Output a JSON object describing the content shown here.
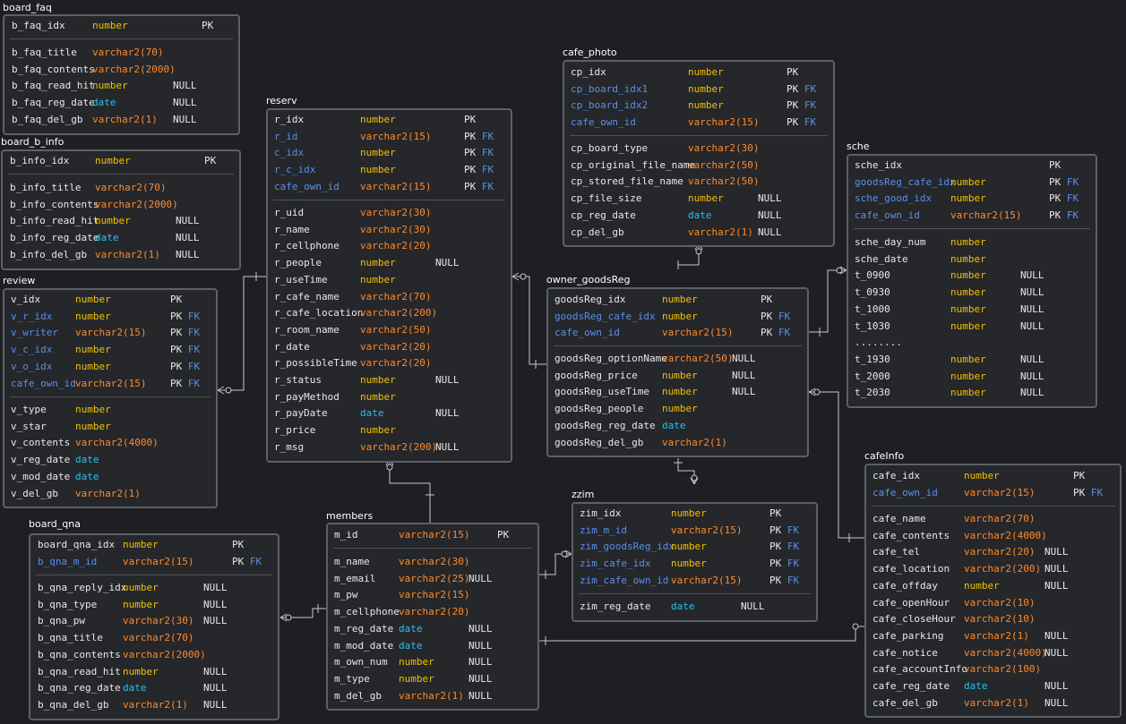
{
  "colors": {
    "background": "#1e1f22",
    "box_border": "#5c6067",
    "column": "#e8e8e8",
    "fk_column": "#5b8fe6",
    "number": "#f0c000",
    "varchar2": "#ff8a2a",
    "date": "#27c2f0",
    "relationship_line": "#c8c8c8"
  },
  "tables": [
    {
      "name": "board_faq",
      "pk": [
        [
          "b_faq_idx",
          "number",
          "",
          "PK"
        ]
      ],
      "cols": [
        [
          "b_faq_title",
          "varchar2(70)",
          "",
          ""
        ],
        [
          "b_faq_contents",
          "varchar2(2000)",
          "",
          ""
        ],
        [
          "b_faq_read_hit",
          "number",
          "NULL",
          ""
        ],
        [
          "b_faq_reg_date",
          "date",
          "NULL",
          ""
        ],
        [
          "b_faq_del_gb",
          "varchar2(1)",
          "NULL",
          ""
        ]
      ]
    },
    {
      "name": "board_b_info",
      "pk": [
        [
          "b_info_idx",
          "number",
          "",
          "PK"
        ]
      ],
      "cols": [
        [
          "b_info_title",
          "varchar2(70)",
          "",
          ""
        ],
        [
          "b_info_contents",
          "varchar2(2000)",
          "",
          ""
        ],
        [
          "b_info_read_hit",
          "number",
          "NULL",
          ""
        ],
        [
          "b_info_reg_date",
          "date",
          "NULL",
          ""
        ],
        [
          "b_info_del_gb",
          "varchar2(1)",
          "NULL",
          ""
        ]
      ]
    },
    {
      "name": "review",
      "pk": [
        [
          "v_idx",
          "number",
          "",
          "PK"
        ],
        [
          "v_r_idx",
          "number",
          "",
          "PK FK"
        ],
        [
          "v_writer",
          "varchar2(15)",
          "",
          "PK FK"
        ],
        [
          "v_c_idx",
          "number",
          "",
          "PK FK"
        ],
        [
          "v_o_idx",
          "number",
          "",
          "PK FK"
        ],
        [
          "cafe_own_id",
          "varchar2(15)",
          "",
          "PK FK"
        ]
      ],
      "cols": [
        [
          "v_type",
          "number",
          "",
          ""
        ],
        [
          "v_star",
          "number",
          "",
          ""
        ],
        [
          "v_contents",
          "varchar2(4000)",
          "",
          ""
        ],
        [
          "v_reg_date",
          "date",
          "",
          ""
        ],
        [
          "v_mod_date",
          "date",
          "",
          ""
        ],
        [
          "v_del_gb",
          "varchar2(1)",
          "",
          ""
        ]
      ]
    },
    {
      "name": "board_qna",
      "pk": [
        [
          "board_qna_idx",
          "number",
          "",
          "PK"
        ],
        [
          "b_qna_m_id",
          "varchar2(15)",
          "",
          "PK FK"
        ]
      ],
      "cols": [
        [
          "b_qna_reply_idx",
          "number",
          "NULL",
          ""
        ],
        [
          "b_qna_type",
          "number",
          "NULL",
          ""
        ],
        [
          "b_qna_pw",
          "varchar2(30)",
          "NULL",
          ""
        ],
        [
          "b_qna_title",
          "varchar2(70)",
          "",
          ""
        ],
        [
          "b_qna_contents",
          "varchar2(2000)",
          "",
          ""
        ],
        [
          "b_qna_read_hit",
          "number",
          "NULL",
          ""
        ],
        [
          "b_qna_reg_date",
          "date",
          "NULL",
          ""
        ],
        [
          "b_qna_del_gb",
          "varchar2(1)",
          "NULL",
          ""
        ]
      ]
    },
    {
      "name": "reserv",
      "pk": [
        [
          "r_idx",
          "number",
          "",
          "PK"
        ],
        [
          "r_id",
          "varchar2(15)",
          "",
          "PK FK"
        ],
        [
          "c_idx",
          "number",
          "",
          "PK FK"
        ],
        [
          "r_c_idx",
          "number",
          "",
          "PK FK"
        ],
        [
          "cafe_own_id",
          "varchar2(15)",
          "",
          "PK FK"
        ]
      ],
      "cols": [
        [
          "r_uid",
          "varchar2(30)",
          "",
          ""
        ],
        [
          "r_name",
          "varchar2(30)",
          "",
          ""
        ],
        [
          "r_cellphone",
          "varchar2(20)",
          "",
          ""
        ],
        [
          "r_people",
          "number",
          "NULL",
          ""
        ],
        [
          "r_useTime",
          "number",
          "",
          ""
        ],
        [
          "r_cafe_name",
          "varchar2(70)",
          "",
          ""
        ],
        [
          "r_cafe_location",
          "varchar2(200)",
          "",
          ""
        ],
        [
          "r_room_name",
          "varchar2(50)",
          "",
          ""
        ],
        [
          "r_date",
          "varchar2(20)",
          "",
          ""
        ],
        [
          "r_possibleTime",
          "varchar2(20)",
          "",
          ""
        ],
        [
          "r_status",
          "number",
          "NULL",
          ""
        ],
        [
          "r_payMethod",
          "number",
          "",
          ""
        ],
        [
          "r_payDate",
          "date",
          "NULL",
          ""
        ],
        [
          "r_price",
          "number",
          "",
          ""
        ],
        [
          "r_msg",
          "varchar2(200)",
          "NULL",
          ""
        ]
      ]
    },
    {
      "name": "members",
      "pk": [
        [
          "m_id",
          "varchar2(15)",
          "",
          "PK"
        ]
      ],
      "cols": [
        [
          "m_name",
          "varchar2(30)",
          "",
          ""
        ],
        [
          "m_email",
          "varchar2(25)",
          "NULL",
          ""
        ],
        [
          "m_pw",
          "varchar2(15)",
          "",
          ""
        ],
        [
          "m_cellphone",
          "varchar2(20)",
          "",
          ""
        ],
        [
          "m_reg_date",
          "date",
          "NULL",
          ""
        ],
        [
          "m_mod_date",
          "date",
          "NULL",
          ""
        ],
        [
          "m_own_num",
          "number",
          "NULL",
          ""
        ],
        [
          "m_type",
          "number",
          "NULL",
          ""
        ],
        [
          "m_del_gb",
          "varchar2(1)",
          "NULL",
          ""
        ]
      ]
    },
    {
      "name": "cafe_photo",
      "pk": [
        [
          "cp_idx",
          "number",
          "",
          "PK"
        ],
        [
          "cp_board_idx1",
          "number",
          "",
          "PK FK"
        ],
        [
          "cp_board_idx2",
          "number",
          "",
          "PK FK"
        ],
        [
          "cafe_own_id",
          "varchar2(15)",
          "",
          "PK FK"
        ]
      ],
      "cols": [
        [
          "cp_board_type",
          "varchar2(30)",
          "",
          ""
        ],
        [
          "cp_original_file_name",
          "varchar2(50)",
          "",
          ""
        ],
        [
          "cp_stored_file_name",
          "varchar2(50)",
          "",
          ""
        ],
        [
          "cp_file_size",
          "number",
          "NULL",
          ""
        ],
        [
          "cp_reg_date",
          "date",
          "NULL",
          ""
        ],
        [
          "cp_del_gb",
          "varchar2(1)",
          "NULL",
          ""
        ]
      ]
    },
    {
      "name": "owner_goodsReg",
      "pk": [
        [
          "goodsReg_idx",
          "number",
          "",
          "PK"
        ],
        [
          "goodsReg_cafe_idx",
          "number",
          "",
          "PK FK"
        ],
        [
          "cafe_own_id",
          "varchar2(15)",
          "",
          "PK FK"
        ]
      ],
      "cols": [
        [
          "goodsReg_optionName",
          "varchar2(50)",
          "NULL",
          ""
        ],
        [
          "goodsReg_price",
          "number",
          "NULL",
          ""
        ],
        [
          "goodsReg_useTime",
          "number",
          "NULL",
          ""
        ],
        [
          "goodsReg_people",
          "number",
          "",
          ""
        ],
        [
          "goodsReg_reg_date",
          "date",
          "",
          ""
        ],
        [
          "goodsReg_del_gb",
          "varchar2(1)",
          "",
          ""
        ]
      ]
    },
    {
      "name": "zzim",
      "pk": [
        [
          "zim_idx",
          "number",
          "",
          "PK"
        ],
        [
          "zim_m_id",
          "varchar2(15)",
          "",
          "PK FK"
        ],
        [
          "zim_goodsReg_idx",
          "number",
          "",
          "PK FK"
        ],
        [
          "zim_cafe_idx",
          "number",
          "",
          "PK FK"
        ],
        [
          "zim_cafe_own_id",
          "varchar2(15)",
          "",
          "PK FK"
        ]
      ],
      "cols": [
        [
          "zim_reg_date",
          "date",
          "NULL",
          ""
        ]
      ]
    },
    {
      "name": "sche",
      "pk": [
        [
          "sche_idx",
          "",
          "",
          "PK"
        ],
        [
          "goodsReg_cafe_idx",
          "number",
          "",
          "PK FK"
        ],
        [
          "sche_good_idx",
          "number",
          "",
          "PK FK"
        ],
        [
          "cafe_own_id",
          "varchar2(15)",
          "",
          "PK FK"
        ]
      ],
      "cols": [
        [
          "sche_day_num",
          "number",
          "",
          ""
        ],
        [
          "sche_date",
          "number",
          "",
          ""
        ],
        [
          "t_0900",
          "number",
          "NULL",
          ""
        ],
        [
          "t_0930",
          "number",
          "NULL",
          ""
        ],
        [
          "t_1000",
          "number",
          "NULL",
          ""
        ],
        [
          "t_1030",
          "number",
          "NULL",
          ""
        ],
        [
          "........",
          "",
          "",
          ""
        ],
        [
          "t_1930",
          "number",
          "NULL",
          ""
        ],
        [
          "t_2000",
          "number",
          "NULL",
          ""
        ],
        [
          "t_2030",
          "number",
          "NULL",
          ""
        ]
      ]
    },
    {
      "name": "cafeInfo",
      "pk": [
        [
          "cafe_idx",
          "number",
          "",
          "PK"
        ],
        [
          "cafe_own_id",
          "varchar2(15)",
          "",
          "PK FK"
        ]
      ],
      "cols": [
        [
          "cafe_name",
          "varchar2(70)",
          "",
          ""
        ],
        [
          "cafe_contents",
          "varchar2(4000)",
          "",
          ""
        ],
        [
          "cafe_tel",
          "varchar2(20)",
          "NULL",
          ""
        ],
        [
          "cafe_location",
          "varchar2(200)",
          "NULL",
          ""
        ],
        [
          "cafe_offday",
          "number",
          "NULL",
          ""
        ],
        [
          "cafe_openHour",
          "varchar2(10)",
          "",
          ""
        ],
        [
          "cafe_closeHour",
          "varchar2(10)",
          "",
          ""
        ],
        [
          "cafe_parking",
          "varchar2(1)",
          "NULL",
          ""
        ],
        [
          "cafe_notice",
          "varchar2(4000)",
          "NULL",
          ""
        ],
        [
          "cafe_accountInfo",
          "varchar2(100)",
          "",
          ""
        ],
        [
          "cafe_reg_date",
          "date",
          "NULL",
          ""
        ],
        [
          "cafe_del_gb",
          "varchar2(1)",
          "NULL",
          ""
        ]
      ]
    }
  ]
}
